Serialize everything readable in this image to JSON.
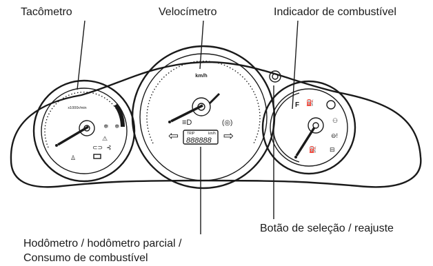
{
  "callouts": {
    "tachometer": "Tacômetro",
    "speedometer": "Velocímetro",
    "fuel_gauge": "Indicador de combustível",
    "select_reset_button": "Botão de seleção / reajuste",
    "odometer_line1": "Hodômetro / hodômetro parcial /",
    "odometer_line2": "Consumo de combustível"
  },
  "tachometer_dial": {
    "unit": "x1000r/min"
  },
  "speedometer_dial": {
    "unit": "km/h"
  },
  "odometer_display": {
    "mode": "TRIP",
    "unit": "km/h",
    "digits": "888888"
  },
  "fuel_dial": {
    "full_mark": "F"
  }
}
